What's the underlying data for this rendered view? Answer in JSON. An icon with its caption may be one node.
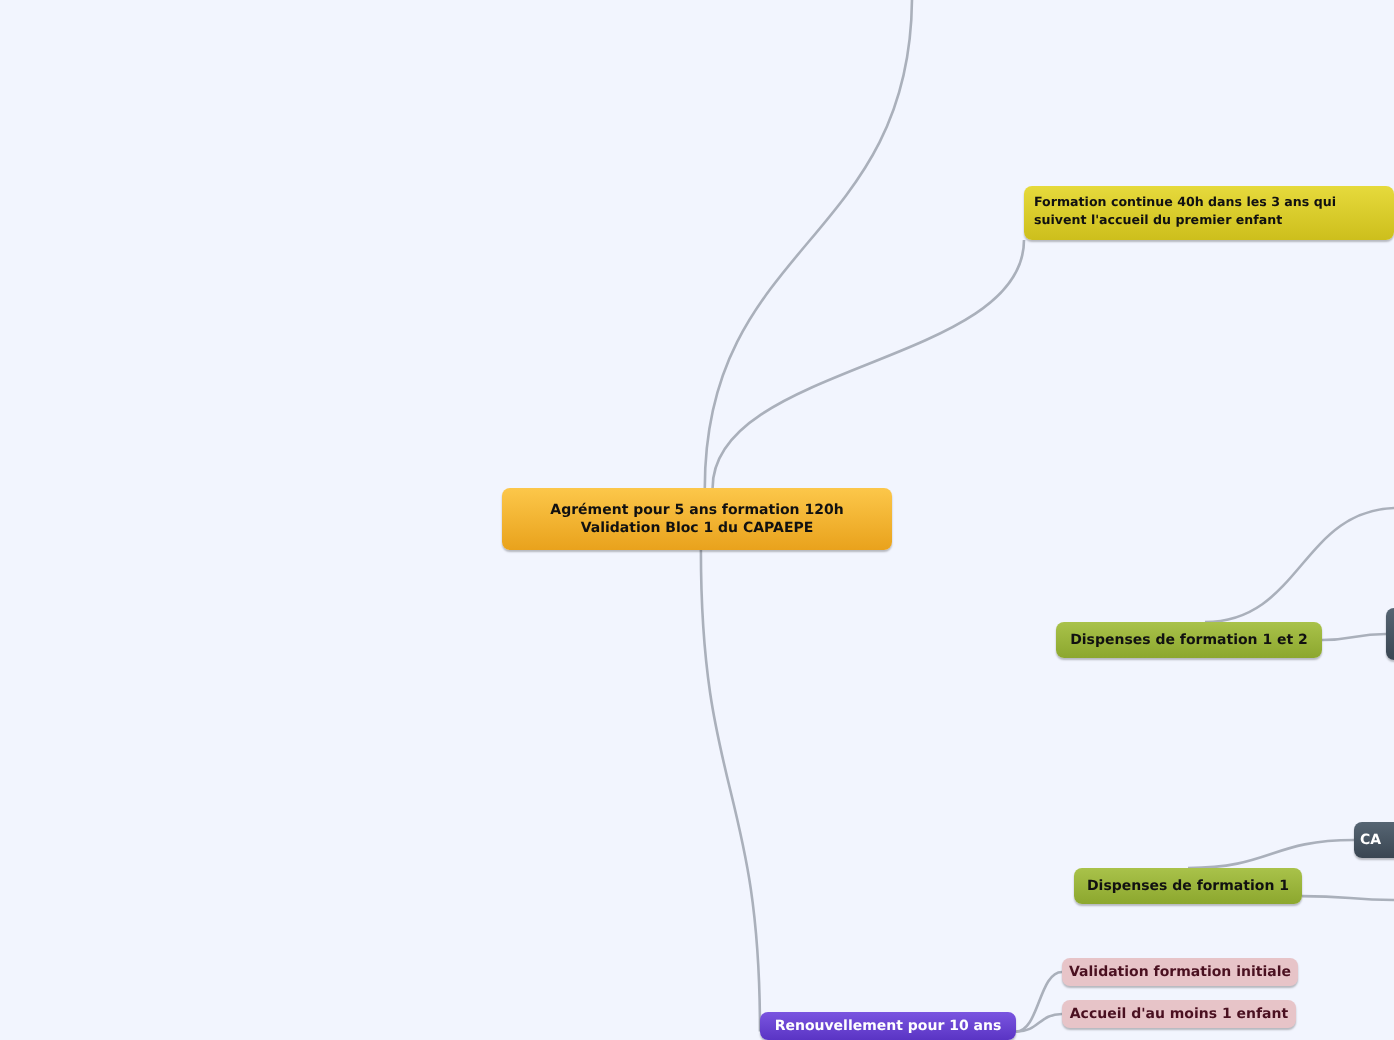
{
  "diagram": {
    "nodes": [
      {
        "text": [
          "Formation continue 40h dans les 3 ans qui suivent l'accueil du premier enfant"
        ]
      },
      {
        "text": [
          "Agrément pour 5 ans formation 120h Validation Bloc 1 du CAPAEPE"
        ]
      },
      {
        "text": [
          "Dispenses de formation 1 et 2"
        ]
      },
      {
        "text": [],
        "shape": "box"
      },
      {
        "text": [
          "CA"
        ]
      },
      {
        "text": [
          "Dispenses de formation 1"
        ]
      },
      {
        "text": [
          "Validation formation initiale"
        ]
      },
      {
        "text": [
          "Accueil d'au moins 1 enfant"
        ]
      },
      {
        "text": [
          "Renouvellement pour 10 ans"
        ]
      }
    ],
    "edges": [
      {
        "from": 1,
        "to": null,
        "arrow": "none"
      },
      {
        "from": 1,
        "to": 0,
        "arrow": "none"
      },
      {
        "from": 2,
        "to": 3,
        "arrow": "none"
      },
      {
        "from": 2,
        "to": null,
        "arrow": "none"
      },
      {
        "from": 5,
        "to": 4,
        "arrow": "none"
      },
      {
        "from": 5,
        "to": null,
        "arrow": "none"
      },
      {
        "from": 1,
        "to": 8,
        "arrow": "none"
      },
      {
        "from": 8,
        "to": 6,
        "arrow": "none"
      },
      {
        "from": 8,
        "to": 7,
        "arrow": "none"
      }
    ]
  }
}
